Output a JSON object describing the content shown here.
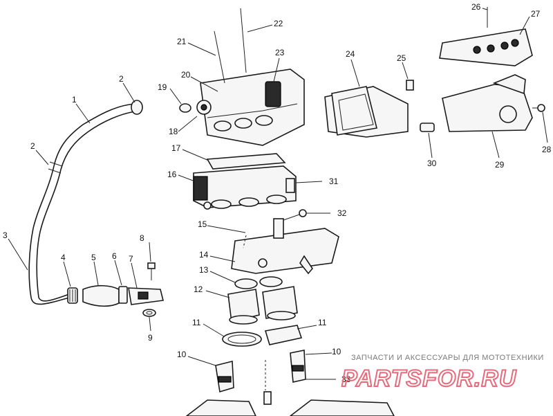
{
  "diagram": {
    "callouts": [
      "1",
      "2",
      "2",
      "3",
      "4",
      "5",
      "6",
      "7",
      "8",
      "9",
      "10",
      "10",
      "11",
      "11",
      "12",
      "13",
      "14",
      "15",
      "16",
      "17",
      "18",
      "19",
      "20",
      "21",
      "22",
      "23",
      "24",
      "25",
      "26",
      "27",
      "28",
      "29",
      "30",
      "31",
      "32",
      "33"
    ]
  },
  "watermark": {
    "tagline": "ЗАПЧАСТИ И АКСЕССУАРЫ ДЛЯ МОТОТЕХНИКИ",
    "logo": "PARTSFOR.RU",
    "color": "#e86a7a"
  }
}
